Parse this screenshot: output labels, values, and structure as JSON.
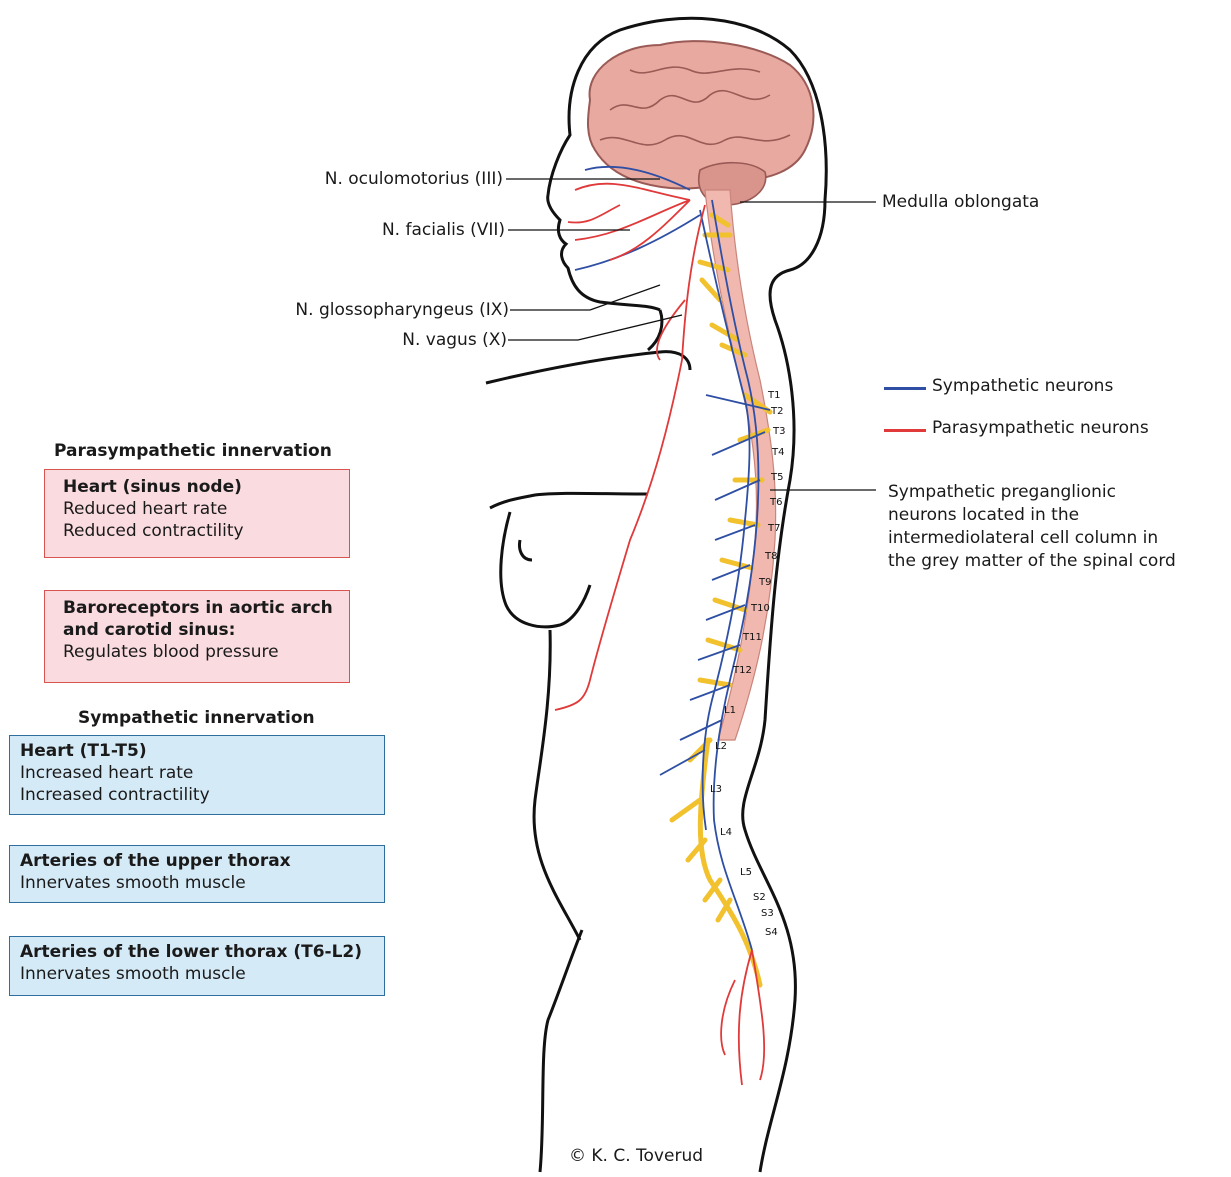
{
  "nerves": [
    {
      "label": "N. oculomotorius (III)"
    },
    {
      "label": "N. facialis (VII)"
    },
    {
      "label": "N. glossopharyngeus (IX)"
    },
    {
      "label": "N. vagus (X)"
    }
  ],
  "medulla_label": "Medulla oblongata",
  "legend": [
    {
      "label": "Sympathetic neurons",
      "color": "#2e4fa3"
    },
    {
      "label": "Parasympathetic neurons",
      "color": "#e03a3a"
    }
  ],
  "preganglionic_label": [
    "Sympathetic preganglionic",
    "neurons located in the",
    "intermediolateral cell column in",
    "the grey matter of the spinal cord"
  ],
  "segments": [
    "T1",
    "T2",
    "T3",
    "T4",
    "T5",
    "T6",
    "T7",
    "T8",
    "T9",
    "T10",
    "T11",
    "T12",
    "L1",
    "L2",
    "L3",
    "L4",
    "L5",
    "S2",
    "S3",
    "S4"
  ],
  "parasympathetic": {
    "heading": "Parasympathetic innervation",
    "boxes": [
      {
        "title": "Heart (sinus node)",
        "lines": [
          "Reduced heart rate",
          "Reduced contractility"
        ]
      },
      {
        "title": "Baroreceptors in aortic arch",
        "title2": "and carotid sinus:",
        "lines": [
          "Regulates blood pressure"
        ]
      }
    ]
  },
  "sympathetic": {
    "heading": "Sympathetic innervation",
    "boxes": [
      {
        "title": "Heart (T1-T5)",
        "lines": [
          "Increased heart rate",
          "Increased contractility"
        ]
      },
      {
        "title": "Arteries of the upper thorax",
        "lines": [
          "Innervates smooth muscle"
        ]
      },
      {
        "title": "Arteries of the lower thorax (T6-L2)",
        "lines": [
          "Innervates smooth muscle"
        ]
      }
    ]
  },
  "copyright": "© K. C. Toverud",
  "colors": {
    "sympathetic": "#2e4fa3",
    "parasympathetic": "#e03a3a",
    "spinal_nerve": "#f2c12e",
    "brain": "#e8a9a0",
    "spinal_cord": "#f0b8ae"
  }
}
